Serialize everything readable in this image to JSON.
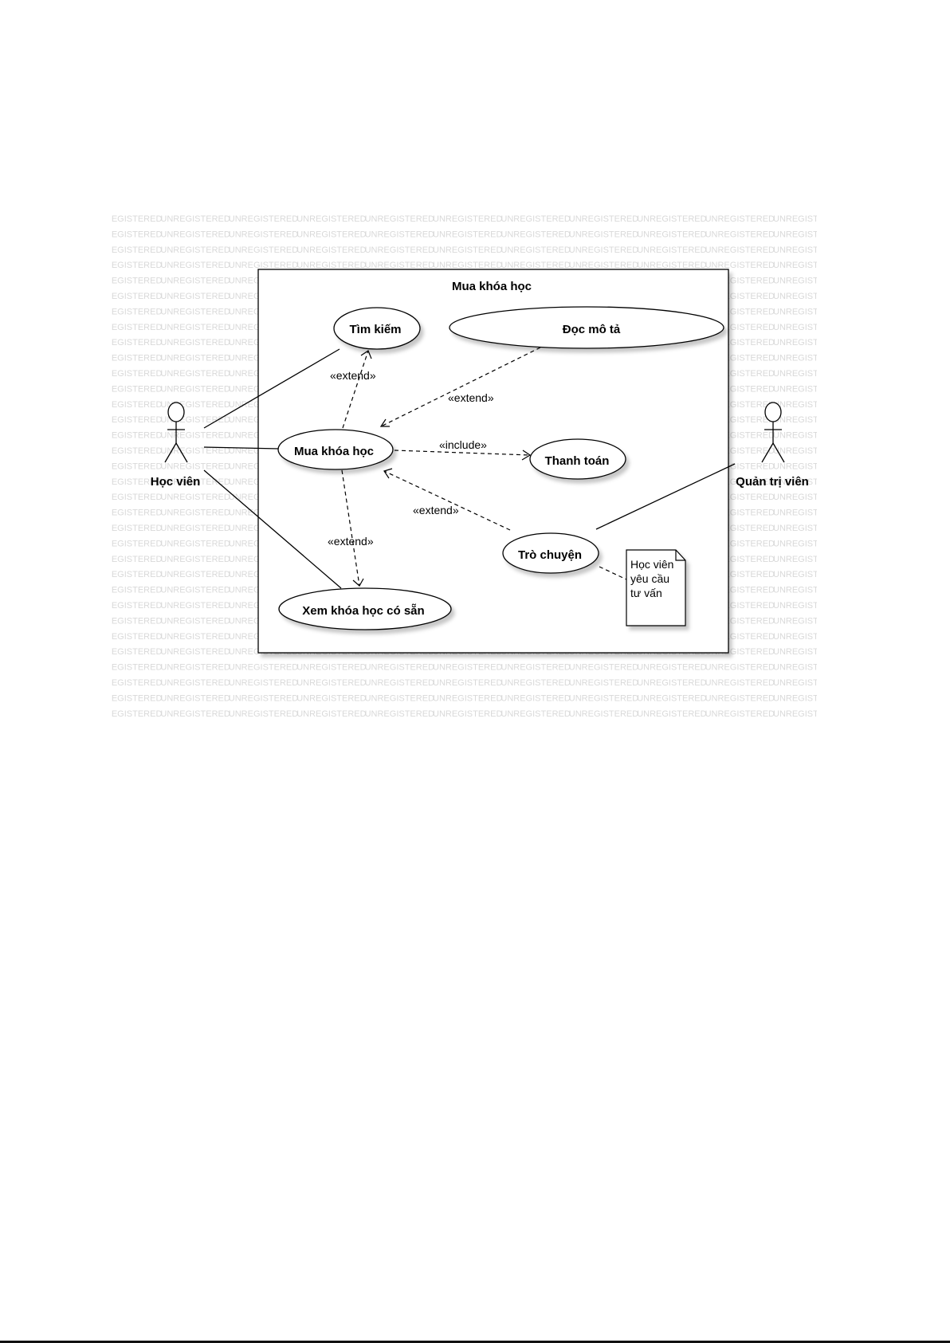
{
  "watermark": "UNREGISTERED",
  "system": {
    "title": "Mua khóa học"
  },
  "actors": [
    {
      "id": "hoc-vien",
      "label": "Học viên"
    },
    {
      "id": "quan-tri-vien",
      "label": "Quản trị viên"
    }
  ],
  "use_cases": [
    {
      "id": "tim-kiem",
      "label": "Tìm kiếm"
    },
    {
      "id": "doc-mo-ta",
      "label": "Đọc mô tả"
    },
    {
      "id": "mua-khoa-hoc",
      "label": "Mua khóa học"
    },
    {
      "id": "thanh-toan",
      "label": "Thanh toán"
    },
    {
      "id": "tro-chuyen",
      "label": "Trò chuyện"
    },
    {
      "id": "xem-khoa-hoc",
      "label": "Xem khóa học có sẵn"
    }
  ],
  "relations": [
    {
      "id": "extend-tim-kiem",
      "label": "«extend»"
    },
    {
      "id": "extend-doc-mo-ta",
      "label": "«extend»"
    },
    {
      "id": "include-thanh-toan",
      "label": "«include»"
    },
    {
      "id": "extend-tro-chuyen",
      "label": "«extend»"
    },
    {
      "id": "extend-xem-khoa-hoc",
      "label": "«extend»"
    }
  ],
  "note": {
    "lines": [
      "Học viên",
      "yêu cầu",
      "tư vấn"
    ]
  }
}
